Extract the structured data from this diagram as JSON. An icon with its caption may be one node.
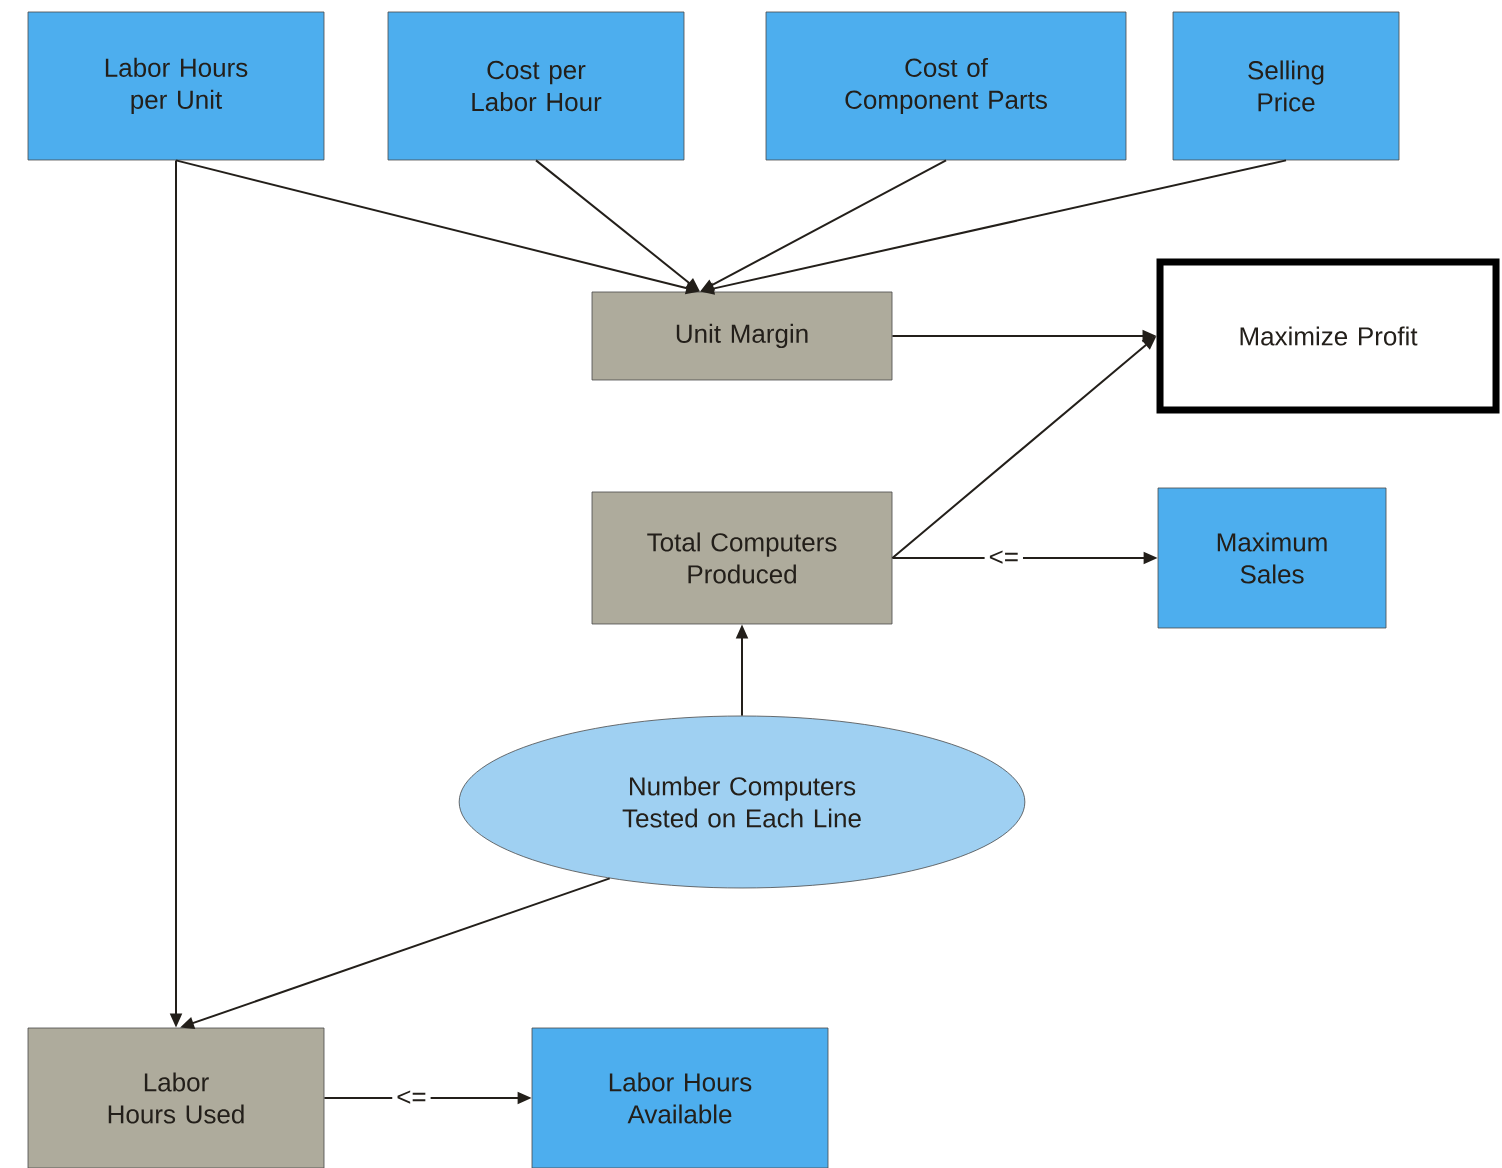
{
  "diagram": {
    "nodes": [
      {
        "text": [
          "Labor Hours per Unit"
        ]
      },
      {
        "text": [
          "Cost per Labor Hour"
        ]
      },
      {
        "text": [
          "Cost of Component Parts"
        ]
      },
      {
        "text": [
          "Selling Price"
        ]
      },
      {
        "text": [
          "Unit Margin"
        ]
      },
      {
        "text": [
          "Maximize Profit"
        ]
      },
      {
        "text": [
          "Total Computers Produced"
        ]
      },
      {
        "text": [
          "Maximum Sales"
        ]
      },
      {
        "text": [
          "Number Computers Tested on Each Line"
        ]
      },
      {
        "text": [
          "Labor Hours Used"
        ]
      },
      {
        "text": [
          "Labor Hours Available"
        ]
      }
    ],
    "edges": [
      {
        "from": 0,
        "to": 4,
        "arrow": "to"
      },
      {
        "from": 1,
        "to": 4,
        "arrow": "to"
      },
      {
        "from": 2,
        "to": 4,
        "arrow": "to"
      },
      {
        "from": 3,
        "to": 4,
        "arrow": "to"
      },
      {
        "from": 4,
        "to": 5,
        "arrow": "to"
      },
      {
        "from": 6,
        "to": 5,
        "arrow": "to"
      },
      {
        "from": 6,
        "to": 7,
        "label": "<=",
        "arrow": "to"
      },
      {
        "from": 8,
        "to": 6,
        "arrow": "to"
      },
      {
        "from": 0,
        "to": 9,
        "arrow": "to"
      },
      {
        "from": 8,
        "to": 9,
        "arrow": "to"
      },
      {
        "from": 9,
        "to": 10,
        "label": "<=",
        "arrow": "to"
      }
    ]
  }
}
